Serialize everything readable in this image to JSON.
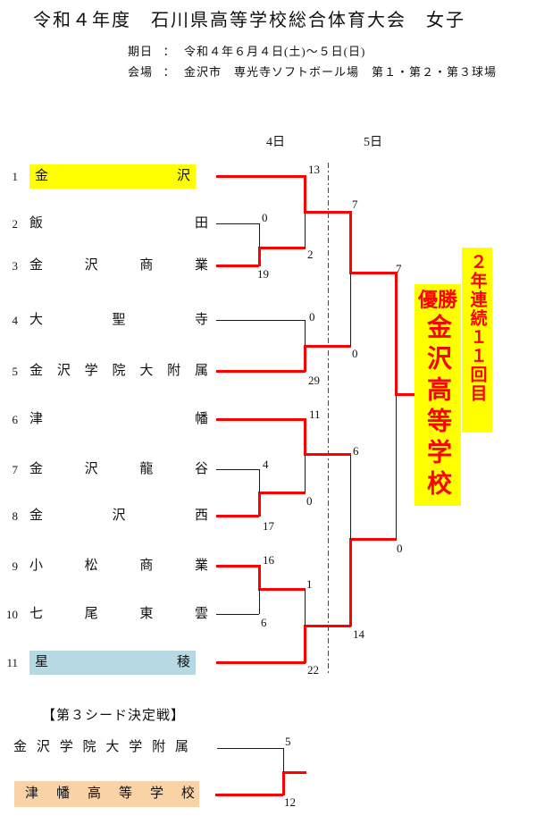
{
  "page_title": "令和４年度　石川県高等学校総合体育大会　女子",
  "info": {
    "date_label": "期日",
    "separator": "：",
    "date_value": "令和４年６月４日(土)～５日(日)",
    "venue_label": "会場",
    "venue_value": "金沢市　専光寺ソフトボール場　第１・第２・第３球場"
  },
  "bracket": {
    "day4_header": "4日",
    "day5_header": "5日"
  },
  "teams": [
    {
      "seed": "1",
      "name": "金沢",
      "highlight": "yellow"
    },
    {
      "seed": "2",
      "name": "飯田",
      "highlight": null
    },
    {
      "seed": "3",
      "name": "金沢商業",
      "highlight": null
    },
    {
      "seed": "4",
      "name": "大聖寺",
      "highlight": null
    },
    {
      "seed": "5",
      "name": "金沢学院大附属",
      "highlight": null
    },
    {
      "seed": "6",
      "name": "津幡",
      "highlight": null
    },
    {
      "seed": "7",
      "name": "金沢龍谷",
      "highlight": null
    },
    {
      "seed": "8",
      "name": "金沢西",
      "highlight": null
    },
    {
      "seed": "9",
      "name": "小松商業",
      "highlight": null
    },
    {
      "seed": "10",
      "name": "七尾東雲",
      "highlight": null
    },
    {
      "seed": "11",
      "name": "星稜",
      "highlight": "blue"
    }
  ],
  "scores": {
    "kanazawa_qf": "13",
    "iida_r1": "0",
    "kanazawa_shogyo_r1": "19",
    "kanazawa_shogyo_qf": "2",
    "kanazawa_sf": "7",
    "daishoji_qf": "0",
    "kgu_fuzoku_qf": "29",
    "kgu_fuzoku_sf": "0",
    "kanazawa_final": "7",
    "tsubata_qf": "11",
    "kanazawa_ryukoku_r1": "4",
    "kanazawa_nishi_r1": "17",
    "kanazawa_nishi_qf": "0",
    "tsubata_sf": "6",
    "komatsu_shogyo_r1": "16",
    "nanao_shinonome_r1": "6",
    "komatsu_shogyo_qf": "1",
    "seiryo_qf": "22",
    "seiryo_sf": "14",
    "seiryo_final": "0",
    "third_seed_top": "5",
    "third_seed_bottom": "12"
  },
  "champion": {
    "streak": "２年連続１１回目",
    "label": "優勝",
    "school": "金沢高等学校"
  },
  "third_seed_match": {
    "heading": "【第３シード決定戦】",
    "top_team": "金沢学院大学附属",
    "bottom_team": "津幡高等学校"
  },
  "colors": {
    "winner_line": "#ff0000",
    "champion_text": "#ff0000",
    "highlight_yellow": "#ffff00",
    "highlight_blue": "#b7d9e4",
    "highlight_peach": "#f9d2a6"
  }
}
